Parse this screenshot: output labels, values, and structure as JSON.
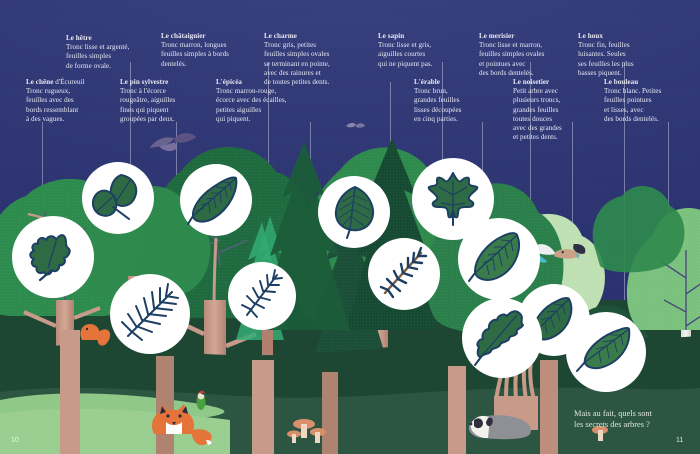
{
  "spread": {
    "page_left": "10",
    "page_right": "11",
    "closing_line1": "Mais au fait, quels sont",
    "closing_line2": "les secrets des arbres ?",
    "colors": {
      "sky": "#323a77",
      "sky_deep": "#2b3270",
      "medallion": "#ffffff",
      "leaf_dark": "#1d3f63",
      "leaf_green": "#2f6b43",
      "foliage_mid": "#2f8a4d",
      "foliage_dark": "#1b5c39",
      "foliage_light": "#9bcf91",
      "trunk": "#c79a8a",
      "text": "#e9eaf3",
      "ground_dark": "#173c2d",
      "ground_mid": "#2c5641"
    }
  },
  "annotations": [
    {
      "id": "chene",
      "title": "Le chêne",
      "title_suffix": " d'Écureuil",
      "lines": [
        "Tronc rugueux,",
        "feuilles avec des",
        "bords ressemblant",
        "à des vagues."
      ],
      "leaf": "oak-leaf"
    },
    {
      "id": "hetre",
      "title": "Le hêtre",
      "title_suffix": "",
      "lines": [
        "Tronc lisse et argenté,",
        "feuilles simples",
        "de forme ovale."
      ],
      "leaf": "beech-leaf"
    },
    {
      "id": "pin-sylvestre",
      "title": "Le pin sylvestre",
      "title_suffix": "",
      "lines": [
        "Tronc à l'écorce",
        "rougeâtre, aiguilles",
        "fines qui piquent",
        "groupées par deux."
      ],
      "leaf": "pine-needles"
    },
    {
      "id": "chataignier",
      "title": "Le châtaignier",
      "title_suffix": "",
      "lines": [
        "Tronc marron, longues",
        "feuilles simples à bords",
        "dentelés."
      ],
      "leaf": "chestnut-leaf"
    },
    {
      "id": "epicea",
      "title": "L'épicéa",
      "title_suffix": "",
      "lines": [
        "Tronc marron-rouge,",
        "écorce avec des écailles,",
        "petites aiguilles",
        "qui piquent."
      ],
      "leaf": "spruce-needles"
    },
    {
      "id": "charme",
      "title": "Le charme",
      "title_suffix": "",
      "lines": [
        "Tronc gris, petites",
        "feuilles simples ovales",
        "se terminant en pointe,",
        "avec des rainures et",
        "de toutes petites dents."
      ],
      "leaf": "hornbeam-leaf"
    },
    {
      "id": "sapin",
      "title": "Le sapin",
      "title_suffix": "",
      "lines": [
        "Tronc lisse et gris,",
        "aiguilles courtes",
        "qui ne piquent pas."
      ],
      "leaf": "fir-branch"
    },
    {
      "id": "erable",
      "title": "L'érable",
      "title_suffix": "",
      "lines": [
        "Tronc brun,",
        "grandes feuilles",
        "lisses découpées",
        "en cinq parties."
      ],
      "leaf": "maple-leaf"
    },
    {
      "id": "merisier",
      "title": "Le merisier",
      "title_suffix": "",
      "lines": [
        "Tronc lisse et marron,",
        "feuilles simples ovales",
        "et pointues avec",
        "des bords dentelés."
      ],
      "leaf": "cherry-leaf"
    },
    {
      "id": "noisetier",
      "title": "Le noisetier",
      "title_suffix": "",
      "lines": [
        "Petit arbre avec",
        "plusieurs troncs,",
        "grandes feuilles",
        "toutes douces",
        "avec des grandes",
        "et petites dents."
      ],
      "leaf": "hazel-leaf"
    },
    {
      "id": "houx",
      "title": "Le houx",
      "title_suffix": "",
      "lines": [
        "Tronc fin, feuilles",
        "luisantes. Seules",
        "ses feuilles les plus",
        "basses piquent."
      ],
      "leaf": "holly-leaf"
    },
    {
      "id": "bouleau",
      "title": "Le bouleau",
      "title_suffix": "",
      "lines": [
        "Tronc blanc. Petites",
        "feuilles pointues",
        "et lisses, avec",
        "des bords dentelés."
      ],
      "leaf": "birch-leaf"
    }
  ],
  "wildlife": [
    {
      "name": "squirrel",
      "label": "écureuil"
    },
    {
      "name": "bird-flying-dark",
      "label": "oiseau"
    },
    {
      "name": "bird-flying-jay",
      "label": "geai"
    },
    {
      "name": "woodpecker",
      "label": "pic-vert"
    },
    {
      "name": "fox",
      "label": "renard"
    },
    {
      "name": "badger",
      "label": "blaireau"
    },
    {
      "name": "mushrooms",
      "label": "champignons"
    }
  ]
}
